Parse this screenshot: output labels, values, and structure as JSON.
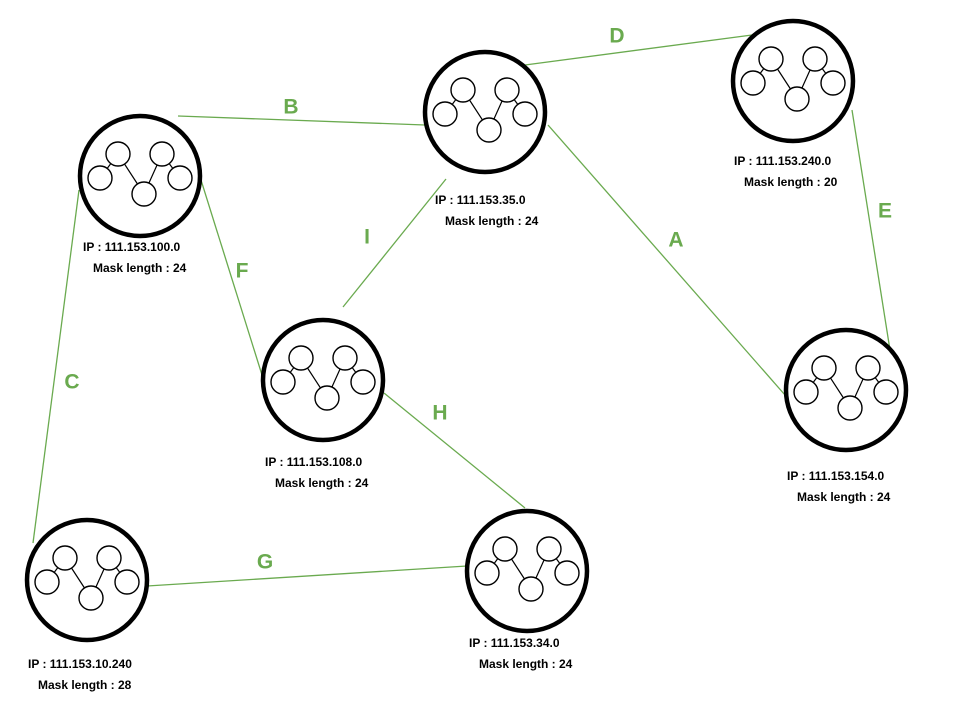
{
  "colors": {
    "link": "#6aaa4f",
    "node_border": "#000000",
    "background": "#ffffff"
  },
  "node_icon": "network-topology-icon",
  "ip_prefix": "IP : ",
  "mask_prefix": "Mask length : ",
  "networks": [
    {
      "id": "net-100",
      "ip": "111.153.100.0",
      "mask_length": "24"
    },
    {
      "id": "net-35",
      "ip": "111.153.35.0",
      "mask_length": "24"
    },
    {
      "id": "net-240",
      "ip": "111.153.240.0",
      "mask_length": "20"
    },
    {
      "id": "net-108",
      "ip": "111.153.108.0",
      "mask_length": "24"
    },
    {
      "id": "net-154",
      "ip": "111.153.154.0",
      "mask_length": "24"
    },
    {
      "id": "net-10",
      "ip": "111.153.10.240",
      "mask_length": "28"
    },
    {
      "id": "net-34",
      "ip": "111.153.34.0",
      "mask_length": "24"
    }
  ],
  "links": [
    {
      "label": "A",
      "from": "net-35",
      "to": "net-154"
    },
    {
      "label": "B",
      "from": "net-100",
      "to": "net-35"
    },
    {
      "label": "C",
      "from": "net-100",
      "to": "net-10"
    },
    {
      "label": "D",
      "from": "net-35",
      "to": "net-240"
    },
    {
      "label": "E",
      "from": "net-240",
      "to": "net-154"
    },
    {
      "label": "F",
      "from": "net-100",
      "to": "net-108"
    },
    {
      "label": "G",
      "from": "net-10",
      "to": "net-34"
    },
    {
      "label": "H",
      "from": "net-108",
      "to": "net-34"
    },
    {
      "label": "I",
      "from": "net-108",
      "to": "net-35"
    }
  ]
}
